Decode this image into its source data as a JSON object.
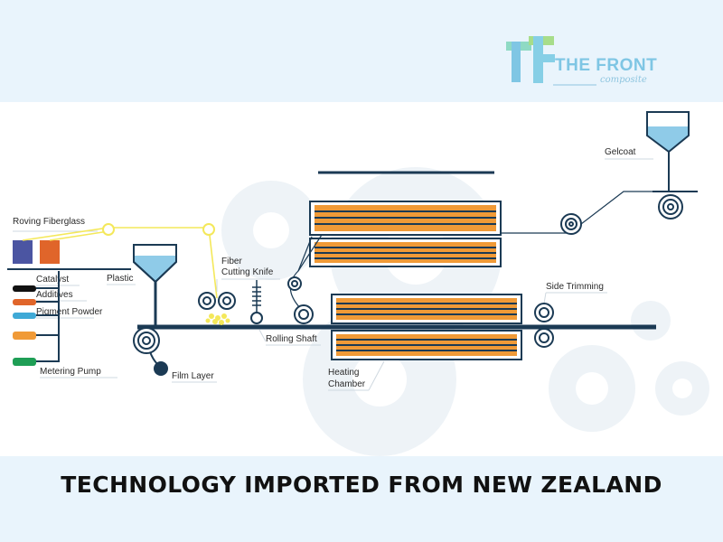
{
  "brand": {
    "name": "THE FRONT",
    "sub": "composite",
    "colors": {
      "primary": "#1b3a54",
      "heater": "#f09a37",
      "fiber": "#f4e85a",
      "light": "#e9f4fc"
    }
  },
  "labels": {
    "roving": "Roving Fiberglass",
    "catalyst": "Catalyst",
    "additives": "Additives",
    "pigment": "Pigment Powder",
    "metering": "Metering Pump",
    "plastic": "Plastic",
    "fiber_line1": "Fiber",
    "fiber_line2": "Cutting Knife",
    "rolling": "Rolling Shaft",
    "film": "Film Layer",
    "heating_line1": "Heating",
    "heating_line2": "Chamber",
    "side": "Side Trimming",
    "gelcoat": "Gelcoat"
  },
  "footer": {
    "title": "TECHNOLOGY IMPORTED FROM NEW ZEALAND"
  }
}
